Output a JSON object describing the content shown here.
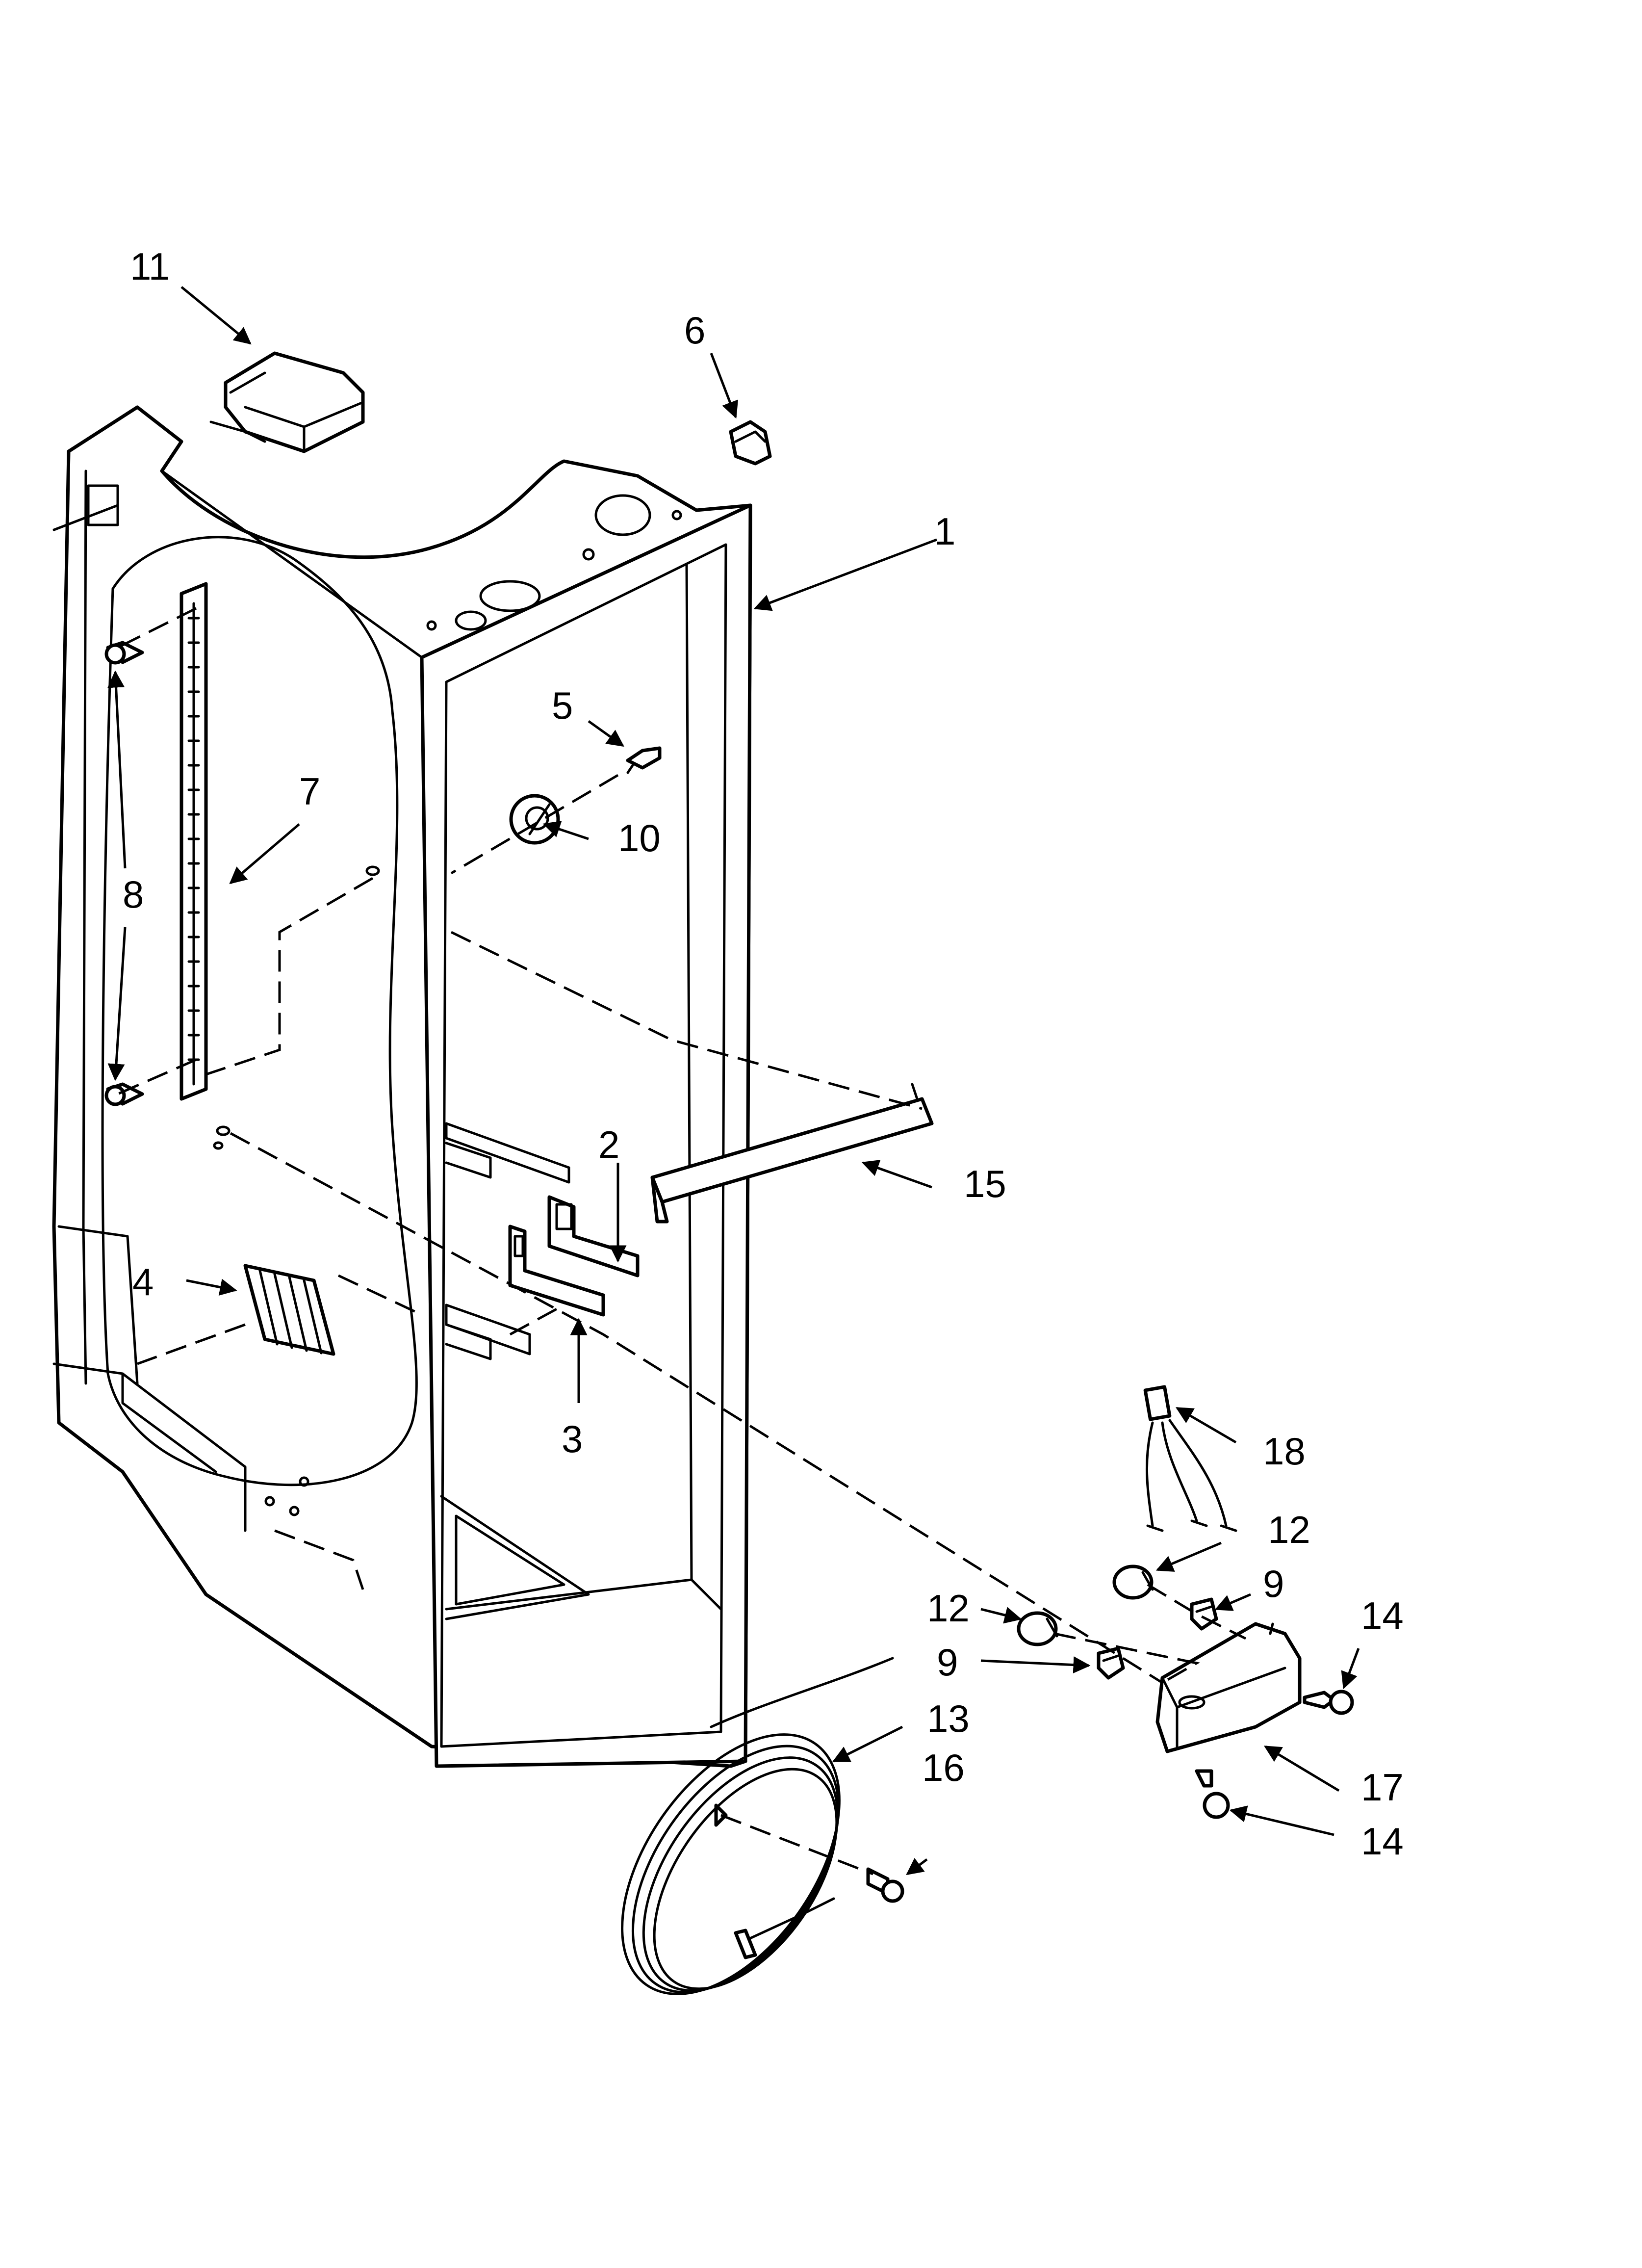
{
  "callouts": {
    "c1": "1",
    "c2": "2",
    "c3": "3",
    "c4": "4",
    "c5": "5",
    "c6": "6",
    "c7": "7",
    "c8": "8",
    "c9a": "9",
    "c9b": "9",
    "c10": "10",
    "c11": "11",
    "c12a": "12",
    "c12b": "12",
    "c13": "13",
    "c14a": "14",
    "c14b": "14",
    "c15": "15",
    "c16": "16",
    "c17": "17",
    "c18": "18"
  },
  "colors": {
    "line": "#000000",
    "background": "#ffffff"
  }
}
